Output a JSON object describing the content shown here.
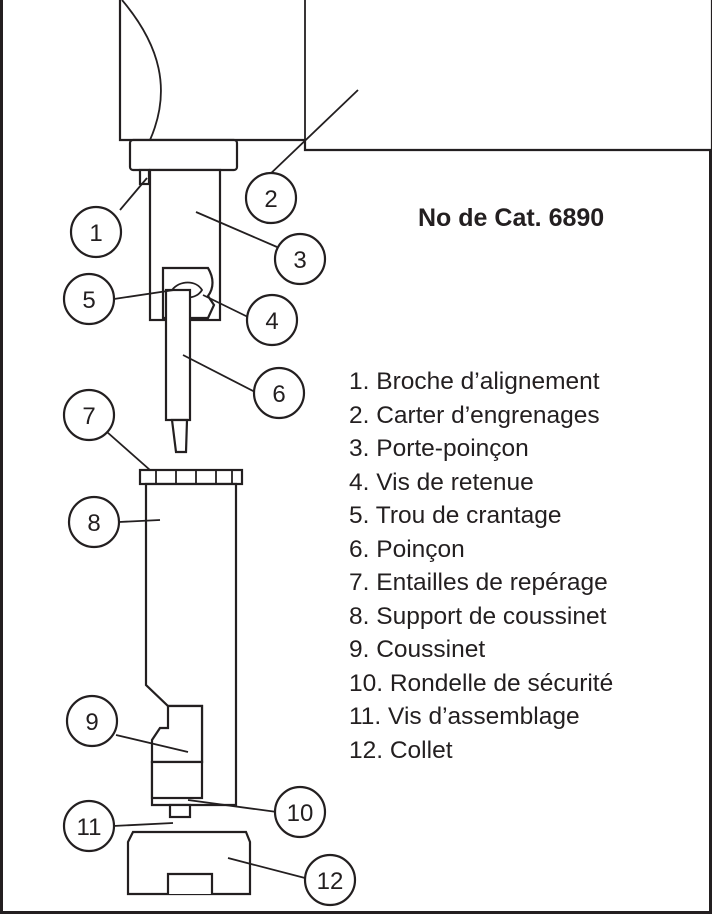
{
  "catalog_label": "No de Cat. 6890",
  "callouts": [
    "1",
    "2",
    "3",
    "4",
    "5",
    "6",
    "7",
    "8",
    "9",
    "10",
    "11",
    "12"
  ],
  "legend": [
    "1. Broche d’alignement",
    "2. Carter d’engrenages",
    "3. Porte-poinçon",
    "4. Vis de retenue",
    "5. Trou de crantage",
    "6. Poinçon",
    "7. Entailles de repérage",
    "8. Support de coussinet",
    "9. Coussinet",
    "10. Rondelle de sécurité",
    "11. Vis d’assemblage",
    "12. Collet"
  ]
}
